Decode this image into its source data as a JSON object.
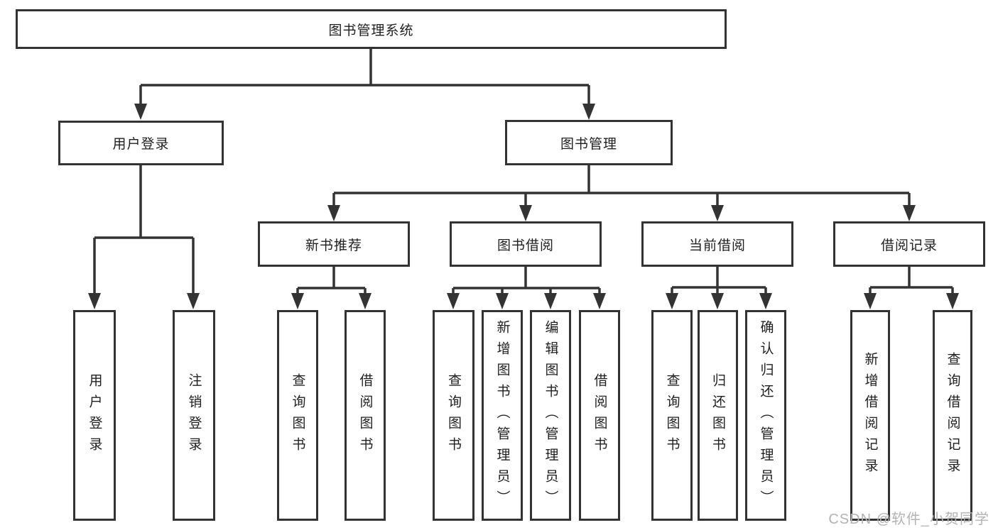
{
  "diagram": {
    "root": {
      "label": "图书管理系统"
    },
    "branches": [
      {
        "label": "用户登录",
        "children": [
          {
            "label": "用户登录"
          },
          {
            "label": "注销登录"
          }
        ]
      },
      {
        "label": "图书管理",
        "children": [
          {
            "label": "新书推荐",
            "children": [
              {
                "label": "查询图书"
              },
              {
                "label": "借阅图书"
              }
            ]
          },
          {
            "label": "图书借阅",
            "children": [
              {
                "label": "查询图书"
              },
              {
                "label": "新增图书（管理员）"
              },
              {
                "label": "编辑图书（管理员）"
              },
              {
                "label": "借阅图书"
              }
            ]
          },
          {
            "label": "当前借阅",
            "children": [
              {
                "label": "查询图书"
              },
              {
                "label": "归还图书"
              },
              {
                "label": "确认归还（管理员）"
              }
            ]
          },
          {
            "label": "借阅记录",
            "children": [
              {
                "label": "新增借阅记录"
              },
              {
                "label": "查询借阅记录"
              }
            ]
          }
        ]
      }
    ]
  },
  "watermark": {
    "text": "CSDN @软件_小贺同学"
  },
  "colors": {
    "line": "#333333",
    "text": "#1f1f1f",
    "box_fill": "#ffffff",
    "background": "#ffffff",
    "watermark": "#b3b3b3"
  }
}
